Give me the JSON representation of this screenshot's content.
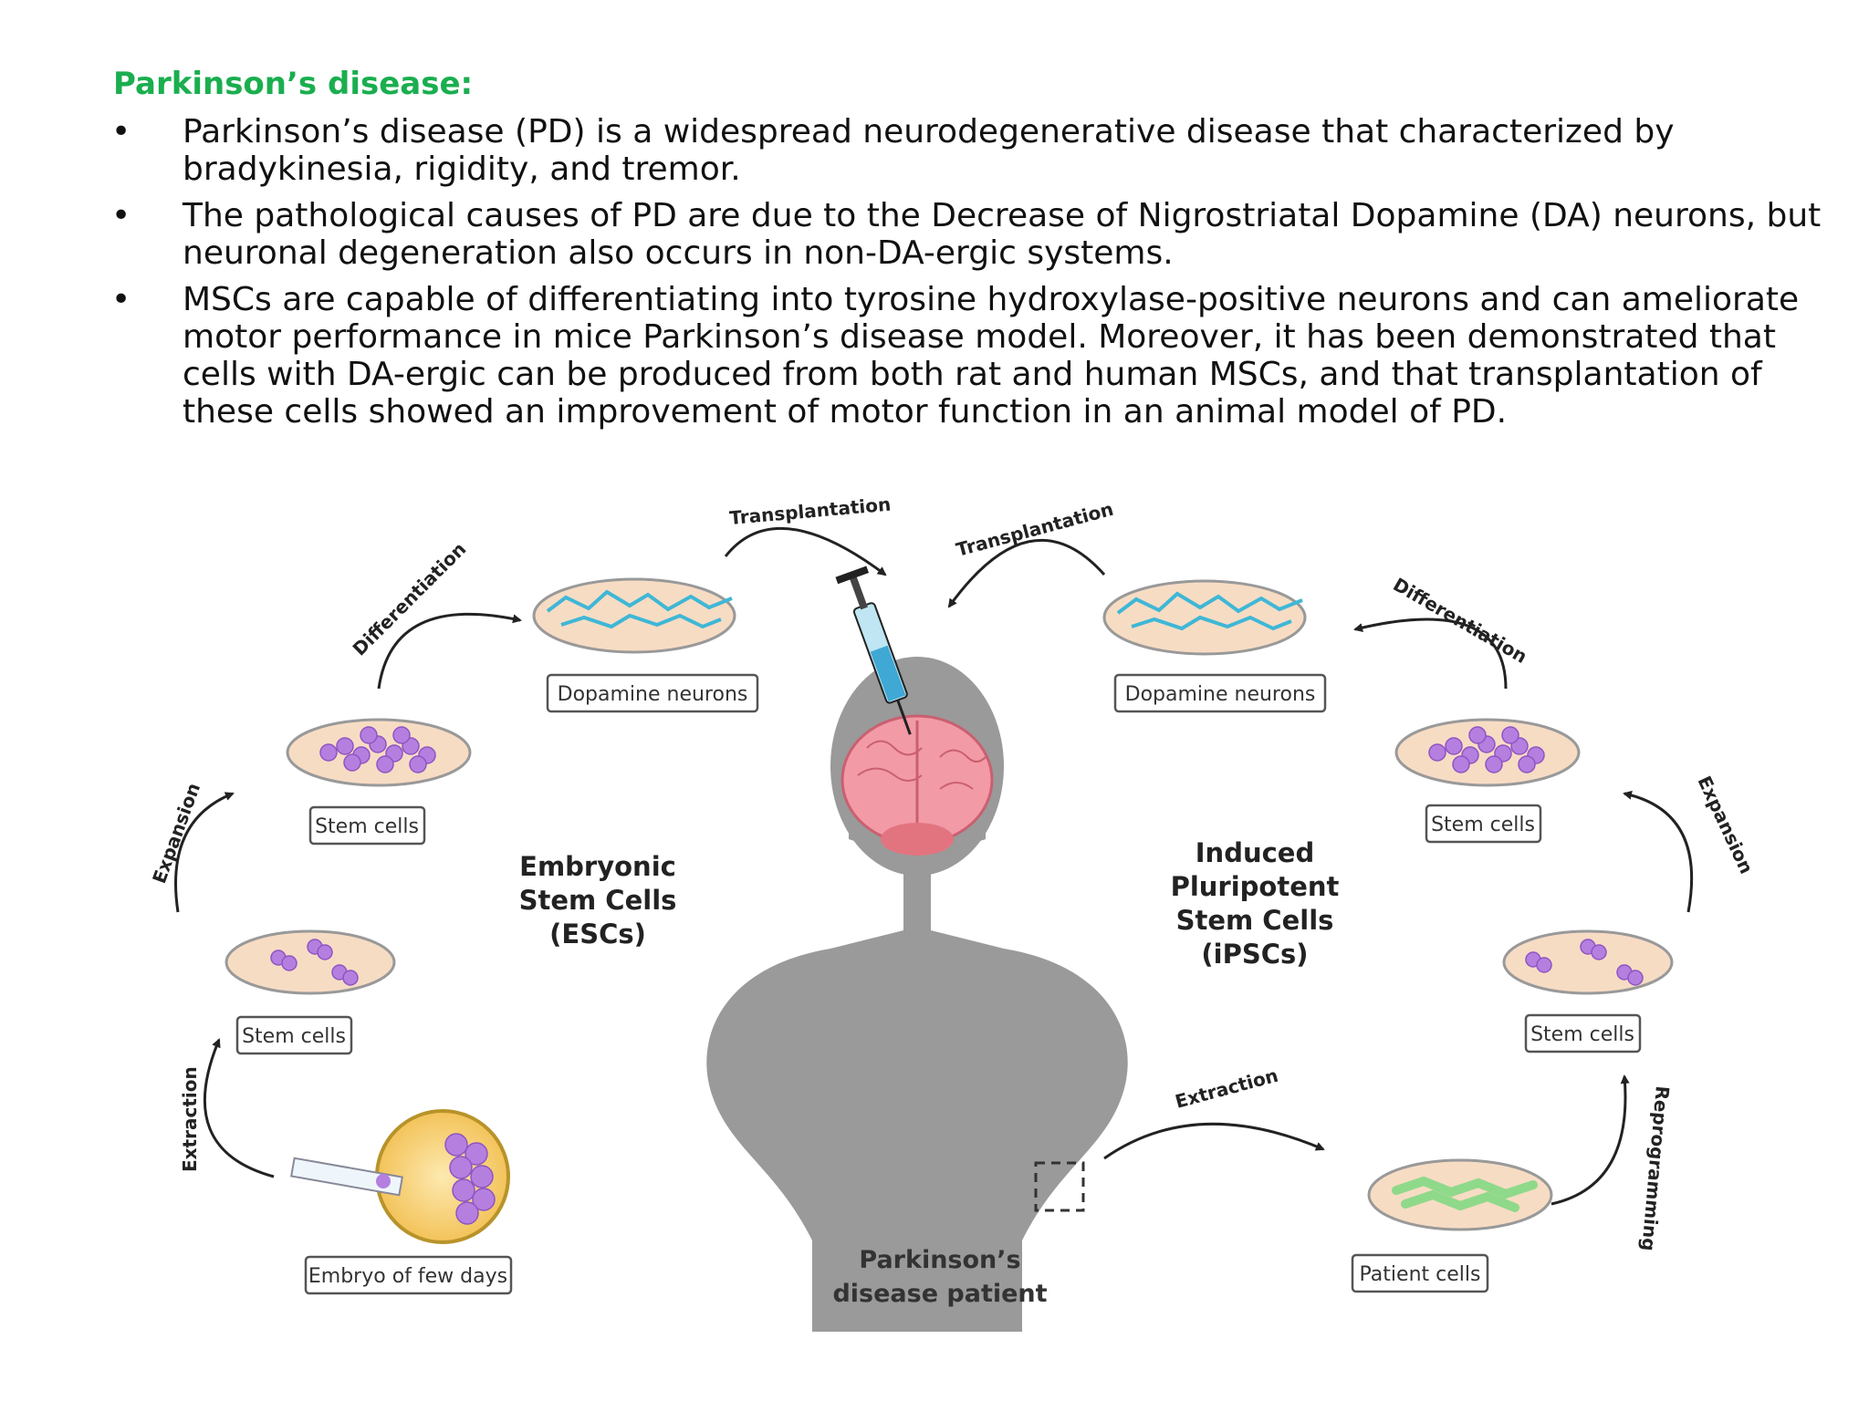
{
  "slide": {
    "title": "Parkinson’s disease:",
    "bullet_symbol": "•",
    "bullets": [
      "Parkinson’s disease (PD) is a widespread neurodegenerative disease that characterized by bradykinesia, rigidity, and tremor.",
      "The pathological causes of PD are due to the Decrease of Nigrostriatal Dopamine (DA) neurons, but neuronal degeneration also occurs in non-DA-ergic systems.",
      "MSCs are capable of differentiating into tyrosine hydroxylase-positive neurons and can ameliorate motor performance in mice Parkinson’s disease model. Moreover, it has been demonstrated that cells with DA-ergic can be produced from both rat and human MSCs, and that transplantation of these cells showed an improvement of motor function in an animal model of PD."
    ]
  },
  "diagram": {
    "esc": {
      "title_lines": [
        "Embryonic",
        "Stem Cells",
        "(ESCs)"
      ],
      "dopamine_label": "Dopamine neurons",
      "stem_cells_upper_label": "Stem cells",
      "stem_cells_lower_label": "Stem cells",
      "embryo_label": "Embryo of few days",
      "step_differentiation": "Differentiation",
      "step_expansion": "Expansion",
      "step_extraction": "Extraction",
      "step_transplantation": "Transplantation"
    },
    "ipsc": {
      "title_lines": [
        "Induced",
        "Pluripotent",
        "Stem Cells",
        "(iPSCs)"
      ],
      "dopamine_label": "Dopamine neurons",
      "stem_cells_upper_label": "Stem cells",
      "stem_cells_lower_label": "Stem cells",
      "patient_cells_label": "Patient cells",
      "step_differentiation": "Differentiation",
      "step_expansion": "Expansion",
      "step_extraction": "Extraction",
      "step_reprogramming": "Reprogramming",
      "step_transplantation": "Transplantation"
    },
    "patient_label_lines": [
      "Parkinson’s",
      "disease patient"
    ],
    "colors": {
      "title_green": "#1aae4f",
      "dish_fill": "#f7dcc4",
      "neuron_blue": "#3fb7d6",
      "stem_purple": "#b57fe0",
      "patient_cell_green": "#8fd98a",
      "body_gray": "#9a9a9a",
      "brain_pink": "#f29aa6"
    },
    "icons": [
      "syringe-icon",
      "brain-icon",
      "patient-silhouette-icon",
      "petri-dish-icon",
      "embryo-icon"
    ]
  }
}
